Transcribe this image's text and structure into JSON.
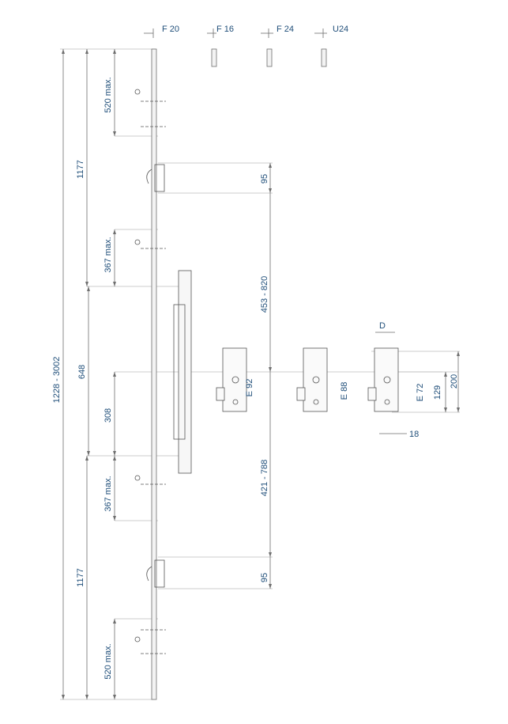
{
  "profile_labels": [
    "F 20",
    "F 16",
    "F 24",
    "U24"
  ],
  "dims": {
    "overall": "1228 - 3002",
    "upper_section": "1177",
    "lower_section": "1177",
    "middle_section": "648",
    "handle_height": "308",
    "upper_cut": "520 max.",
    "upper_middle_cut": "367 max.",
    "lower_middle_cut": "367 max.",
    "lower_cut": "520 max.",
    "upper_hook_offset": "95",
    "lower_hook_offset": "95",
    "upper_range": "453 - 820",
    "lower_range": "421 - 788"
  },
  "lock_variants": [
    {
      "backset": "E 92"
    },
    {
      "backset": "E 88"
    },
    {
      "backset": "E 72"
    }
  ],
  "lock_dims": {
    "D": "D",
    "h129": "129",
    "h200": "200",
    "w18": "18"
  },
  "colors": {
    "dimension": "#1f4e79",
    "line": "#6e6e6e",
    "ext": "#bdbdbd",
    "part": "#555555"
  }
}
